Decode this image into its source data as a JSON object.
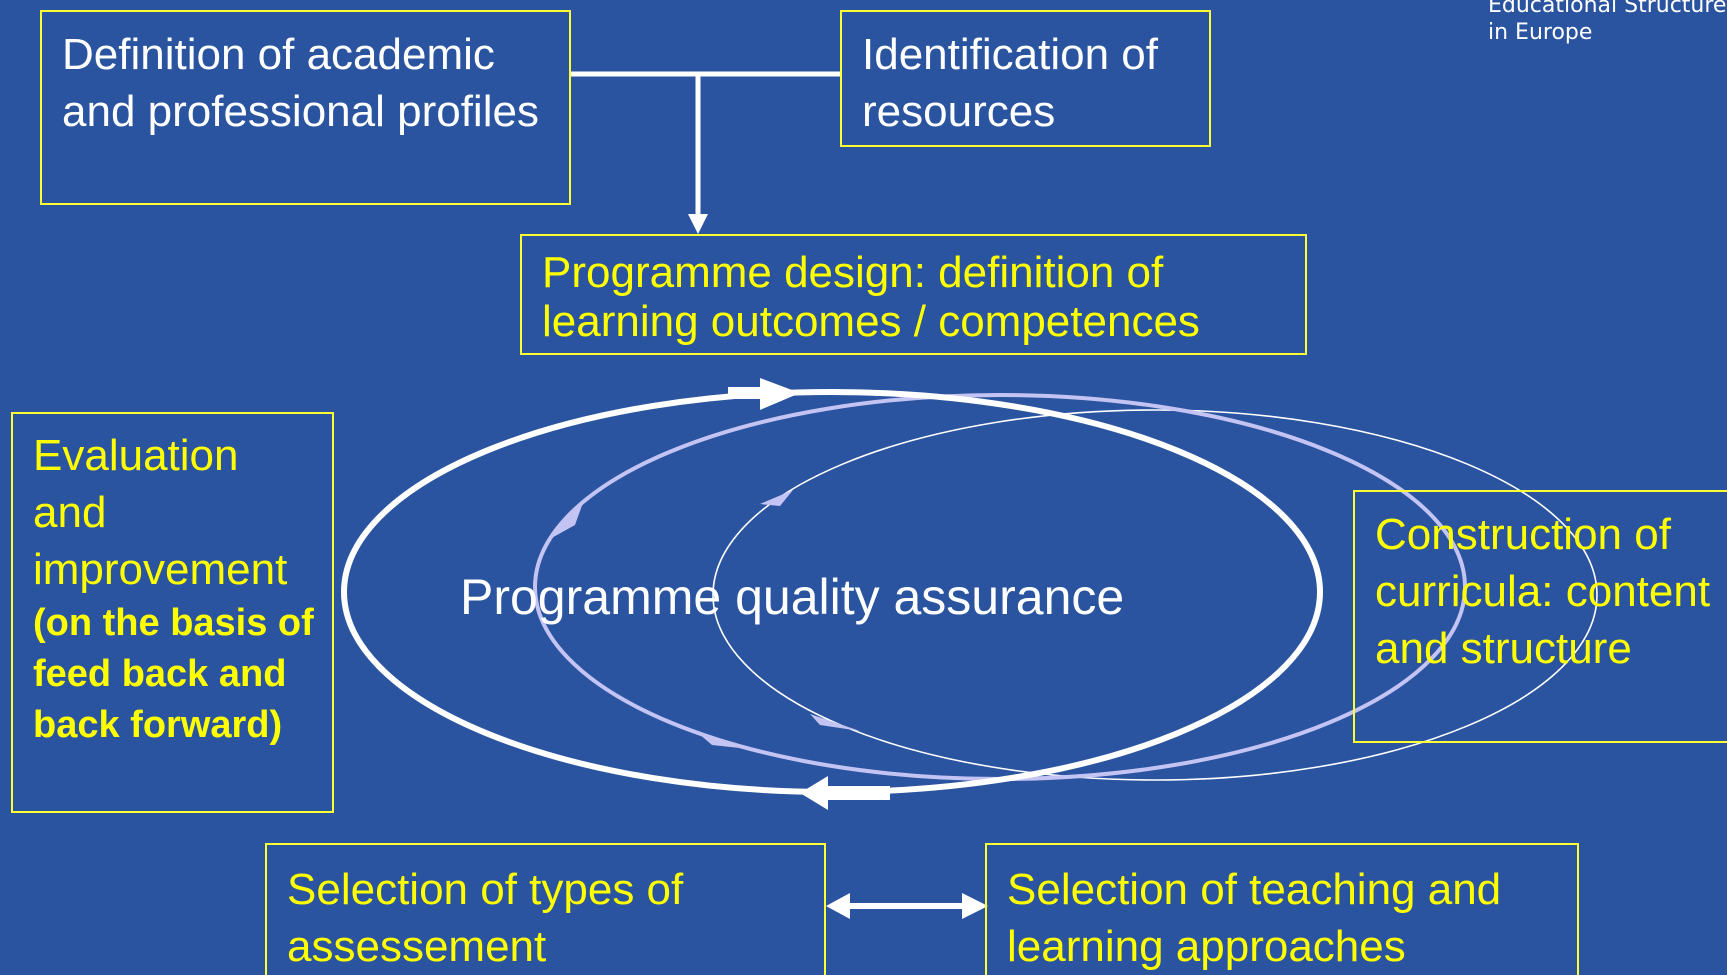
{
  "colors": {
    "background": "#2a549f",
    "box_border": "#ffff33",
    "yellow_text": "#ffff00",
    "white": "#ffffff",
    "lavender": "#c4c4f4"
  },
  "logo": {
    "line1": "Educational Structures",
    "line2": "in Europe"
  },
  "boxes": {
    "academic_profiles": "Definition of academic and professional profiles",
    "resources": "Identification of resources",
    "programme_design": {
      "line1": "Programme design: definition of",
      "line2": "learning outcomes / competences"
    },
    "evaluation": {
      "text": "Evaluation and improvement",
      "bold": "(on the basis of feed back and back forward)"
    },
    "curricula": "Construction of curricula: content and structure",
    "assessment": "Selection of types of assessement",
    "teaching": "Selection of teaching and learning approaches"
  },
  "center_label": "Programme quality assurance"
}
